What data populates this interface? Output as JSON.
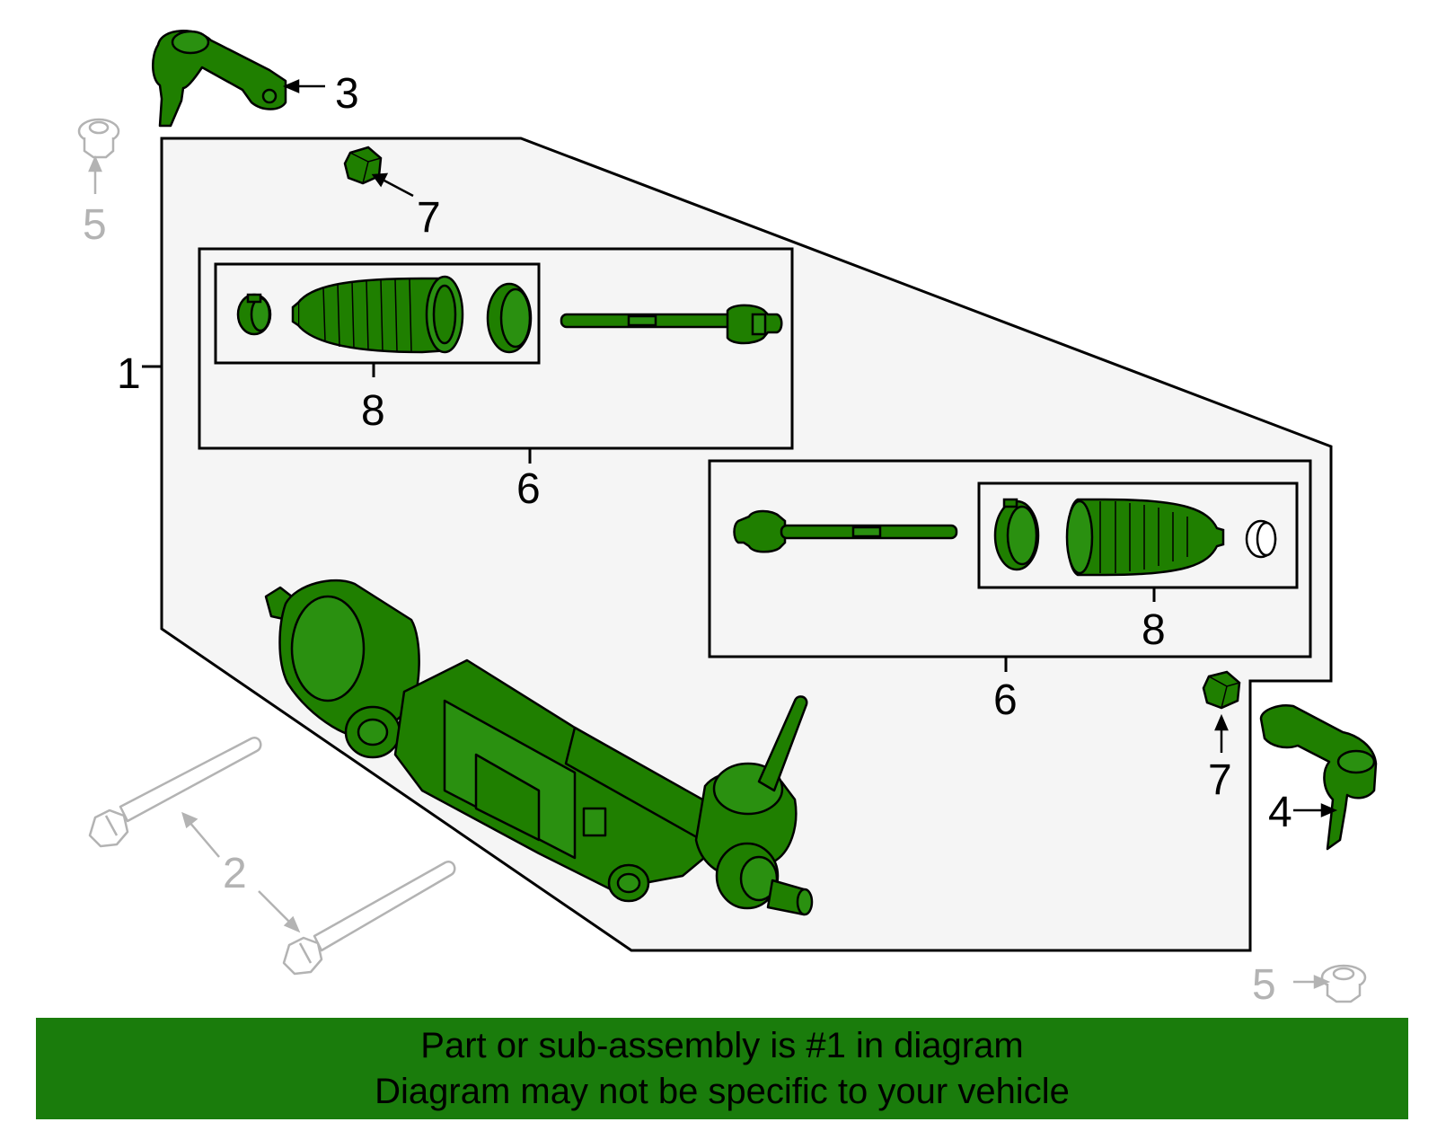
{
  "colors": {
    "part_fill": "#1f7f00",
    "part_stroke": "#000000",
    "ghost": "#b3b3b3",
    "panel_fill": "#f5f5f5",
    "banner": "#1a7c0c"
  },
  "callouts": {
    "assembly": "1",
    "bolt": "2",
    "outer_tie_rod_left": "3",
    "outer_tie_rod_right": "4",
    "nut_top": "5",
    "nut_bottom": "5",
    "inner_kit_top": "6",
    "inner_kit_bottom": "6",
    "jam_nut_top": "7",
    "jam_nut_bottom": "7",
    "boot_kit_top": "8",
    "boot_kit_bottom": "8"
  },
  "footer": {
    "line1": "Part or sub-assembly is #1 in diagram",
    "line2": "Diagram may not be specific to your vehicle"
  }
}
